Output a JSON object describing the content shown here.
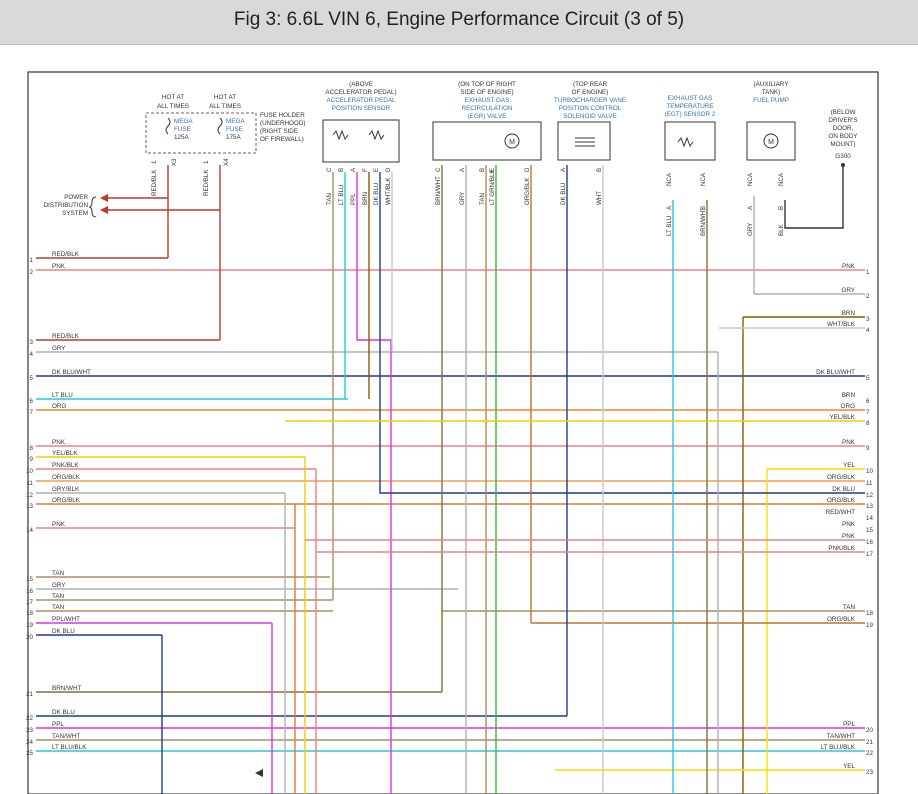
{
  "title": "Fig 3: 6.6L VIN 6, Engine Performance Circuit (3 of 5)",
  "fuses": [
    {
      "hot": [
        "HOT AT",
        "ALL TIMES"
      ],
      "name": [
        "MEGA",
        "FUSE",
        "125A"
      ],
      "wire": "RED/BLK",
      "pin": "1",
      "conn": "X3"
    },
    {
      "hot": [
        "HOT AT",
        "ALL TIMES"
      ],
      "name": [
        "MEGA",
        "FUSE",
        "175A"
      ],
      "wire": "RED/BLK",
      "pin": "1",
      "conn": "X4"
    }
  ],
  "fuse_holder": [
    "FUSE HOLDER",
    "(UNDERHOOD)",
    "(RIGHT SIDE",
    "OF FIREWALL)"
  ],
  "power_distribution": [
    "POWER",
    "DISTRIBUTION",
    "SYSTEM"
  ],
  "components": [
    {
      "loc": [
        "(ABOVE",
        "ACCELERATOR PEDAL)"
      ],
      "name": [
        "ACCELERATOR PEDAL",
        "POSITION SENSOR"
      ],
      "pins": [
        {
          "wire": "TAN",
          "pin": "C"
        },
        {
          "wire": "LT BLU",
          "pin": "B"
        },
        {
          "wire": "PPL",
          "pin": "A"
        },
        {
          "wire": "BRN",
          "pin": "F"
        },
        {
          "wire": "DK BLU",
          "pin": "E"
        },
        {
          "wire": "WHT/BLK",
          "pin": "D"
        }
      ]
    },
    {
      "loc": [
        "(ON TOP OF RIGHT",
        "SIDE OF ENGINE)"
      ],
      "name": [
        "EXHAUST GAS",
        "RECIRCULATION",
        "(EGR) VALVE"
      ],
      "pins": [
        {
          "wire": "BRN/WHT",
          "pin": "C"
        },
        {
          "wire": "GRY",
          "pin": "A"
        },
        {
          "wire": "TAN",
          "pin": "B"
        },
        {
          "wire": "LT GRN/BLK",
          "pin": "E"
        },
        {
          "wire": "ORG/BLK",
          "pin": "D"
        }
      ]
    },
    {
      "loc": [
        "(TOP REAR",
        "OF ENGINE)"
      ],
      "name": [
        "TURBOCHARGER VANE",
        "POSITION CONTROL",
        "SOLENOID VALVE"
      ],
      "pins": [
        {
          "wire": "DK BLU",
          "pin": "A"
        },
        {
          "wire": "WHT",
          "pin": "B"
        }
      ]
    },
    {
      "loc": [],
      "name": [
        "EXHAUST GAS",
        "TEMPERATURE",
        "(EGT) SENSOR 2"
      ],
      "pins": [
        {
          "wire": "LT BLU",
          "pin": "A"
        },
        {
          "wire": "BRN/WHT",
          "pin": "B"
        }
      ]
    },
    {
      "loc": [
        "(AUXILIARY",
        "TANK)"
      ],
      "name": [
        "FUEL PUMP"
      ],
      "pins": [
        {
          "wire": "GRY",
          "pin": "A"
        },
        {
          "wire": "BLK",
          "pin": "B"
        }
      ]
    }
  ],
  "nca": "NCA",
  "ground": {
    "loc": [
      "(BELOW",
      "DRIVER'S",
      "DOOR,",
      "ON BODY",
      "MOUNT)"
    ],
    "name": "G300"
  },
  "left_wires": [
    {
      "num": "1",
      "label": "RED/BLK",
      "color": "#c0392b"
    },
    {
      "num": "2",
      "label": "PNK",
      "color": "#f08080"
    },
    {
      "num": "3",
      "label": "RED/BLK",
      "color": "#c0392b"
    },
    {
      "num": "4",
      "label": "GRY",
      "color": "#b0b0b0"
    },
    {
      "num": "5",
      "label": "DK BLU/WHT",
      "color": "#1f3a93"
    },
    {
      "num": "6",
      "label": "LT BLU",
      "color": "#22c7e6"
    },
    {
      "num": "7",
      "label": "ORG",
      "color": "#f08a24"
    },
    {
      "num": "8",
      "label": "PNK",
      "color": "#f08080"
    },
    {
      "num": "9",
      "label": "YEL/BLK",
      "color": "#e6d300"
    },
    {
      "num": "10",
      "label": "PNK/BLK",
      "color": "#f08080"
    },
    {
      "num": "11",
      "label": "ORG/BLK",
      "color": "#f0a050"
    },
    {
      "num": "12",
      "label": "GRY/BLK",
      "color": "#b0b0b0"
    },
    {
      "num": "13",
      "label": "ORG/BLK",
      "color": "#e07b39"
    },
    {
      "num": "14",
      "label": "PNK",
      "color": "#f08080"
    },
    {
      "num": "15",
      "label": "TAN",
      "color": "#a89060"
    },
    {
      "num": "16",
      "label": "GRY",
      "color": "#b0b0b0"
    },
    {
      "num": "17",
      "label": "TAN",
      "color": "#a89060"
    },
    {
      "num": "18",
      "label": "TAN",
      "color": "#a89060"
    },
    {
      "num": "19",
      "label": "PPL/WHT",
      "color": "#e030e0"
    },
    {
      "num": "20",
      "label": "DK BLU",
      "color": "#1f3a93"
    },
    {
      "num": "21",
      "label": "BRN/WHT",
      "color": "#8a6d3b"
    },
    {
      "num": "22",
      "label": "DK BLU",
      "color": "#1f3a93"
    },
    {
      "num": "23",
      "label": "PPL",
      "color": "#e030e0"
    },
    {
      "num": "24",
      "label": "TAN/WHT",
      "color": "#a89060"
    },
    {
      "num": "25",
      "label": "LT BLU/BLK",
      "color": "#22c7e6"
    }
  ],
  "right_wires": [
    {
      "num": "1",
      "label": "PNK",
      "color": "#f08080"
    },
    {
      "num": "2",
      "label": "GRY",
      "color": "#b0b0b0"
    },
    {
      "num": "3",
      "label": "BRN",
      "color": "#8a5a00"
    },
    {
      "num": "4",
      "label": "WHT/BLK",
      "color": "#c8c8c8"
    },
    {
      "num": "5",
      "label": "DK BLU/WHT",
      "color": "#1f3a93"
    },
    {
      "num": "6",
      "label": "BRN",
      "color": "#8a5a00"
    },
    {
      "num": "7",
      "label": "ORG",
      "color": "#f08a24"
    },
    {
      "num": "8",
      "label": "YEL/BLK",
      "color": "#e6d300"
    },
    {
      "num": "9",
      "label": "PNK",
      "color": "#f08080"
    },
    {
      "num": "10",
      "label": "YEL",
      "color": "#f2e200"
    },
    {
      "num": "11",
      "label": "ORG/BLK",
      "color": "#f0a050"
    },
    {
      "num": "12",
      "label": "DK BLU",
      "color": "#1f3a93"
    },
    {
      "num": "13",
      "label": "ORG/BLK",
      "color": "#e07b39"
    },
    {
      "num": "14",
      "label": "RED/WHT",
      "color": "#e05050"
    },
    {
      "num": "15",
      "label": "PNK",
      "color": "#f08080"
    },
    {
      "num": "16",
      "label": "PNK",
      "color": "#f08080"
    },
    {
      "num": "17",
      "label": "PNK/BLK",
      "color": "#f08080"
    },
    {
      "num": "18",
      "label": "TAN",
      "color": "#a89060"
    },
    {
      "num": "19",
      "label": "ORG/BLK",
      "color": "#c07030"
    },
    {
      "num": "20",
      "label": "PPL",
      "color": "#e030e0"
    },
    {
      "num": "21",
      "label": "TAN/WHT",
      "color": "#a89060"
    },
    {
      "num": "22",
      "label": "LT BLU/BLK",
      "color": "#22c7e6"
    },
    {
      "num": "23",
      "label": "YEL",
      "color": "#f2e200"
    }
  ]
}
